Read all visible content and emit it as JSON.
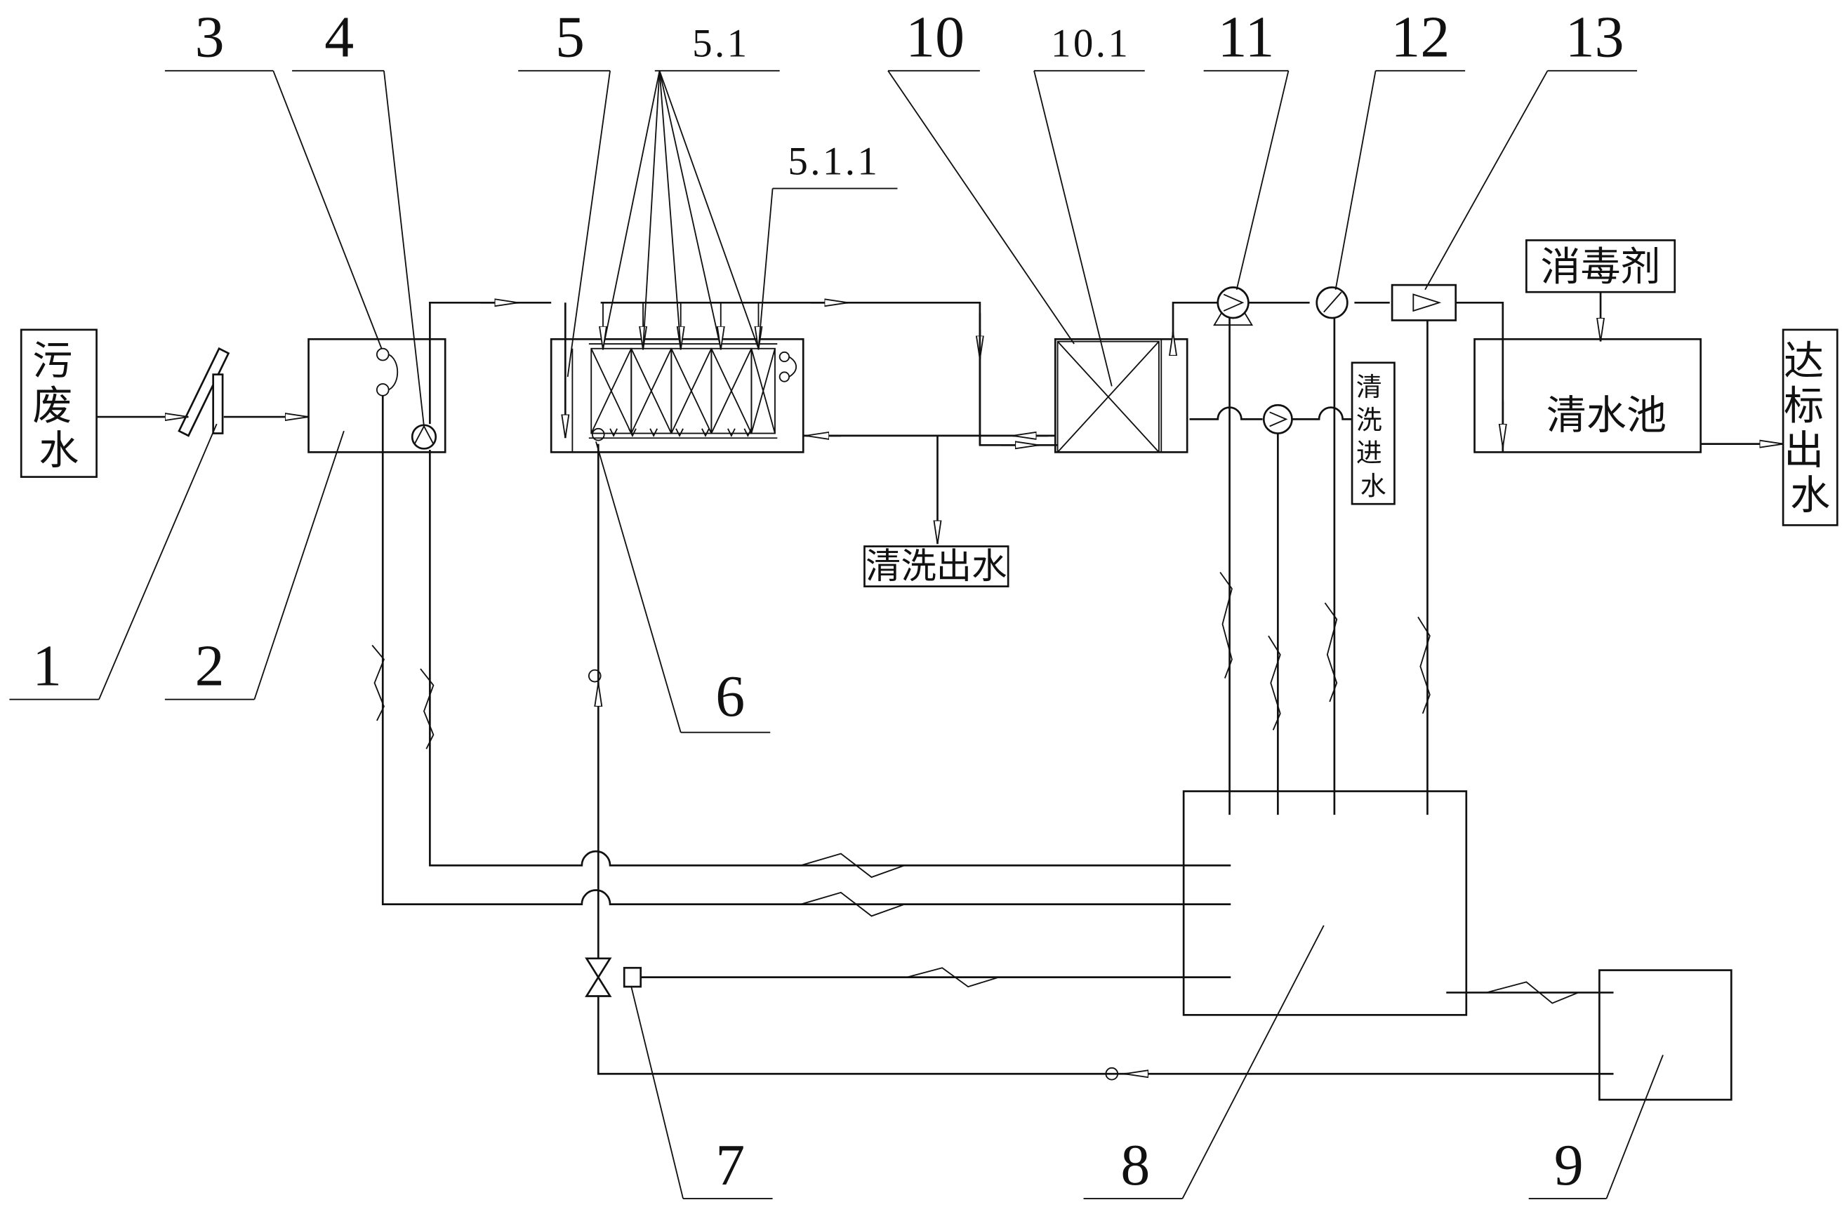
{
  "diagram": {
    "nodes": {
      "wastewater": "污废水",
      "clean_pool": "清水池",
      "disinfectant": "消毒剂",
      "discharge": "达标出水",
      "wash_out": "清洗出水",
      "wash_in": "清洗进水"
    },
    "callouts": {
      "n1": "1",
      "n2": "2",
      "n3": "3",
      "n4": "4",
      "n5": "5",
      "n5_1": "5.1",
      "n5_1_1": "5.1.1",
      "n6": "6",
      "n7": "7",
      "n8": "8",
      "n9": "9",
      "n10": "10",
      "n10_1": "10.1",
      "n11": "11",
      "n12": "12",
      "n13": "13"
    }
  }
}
